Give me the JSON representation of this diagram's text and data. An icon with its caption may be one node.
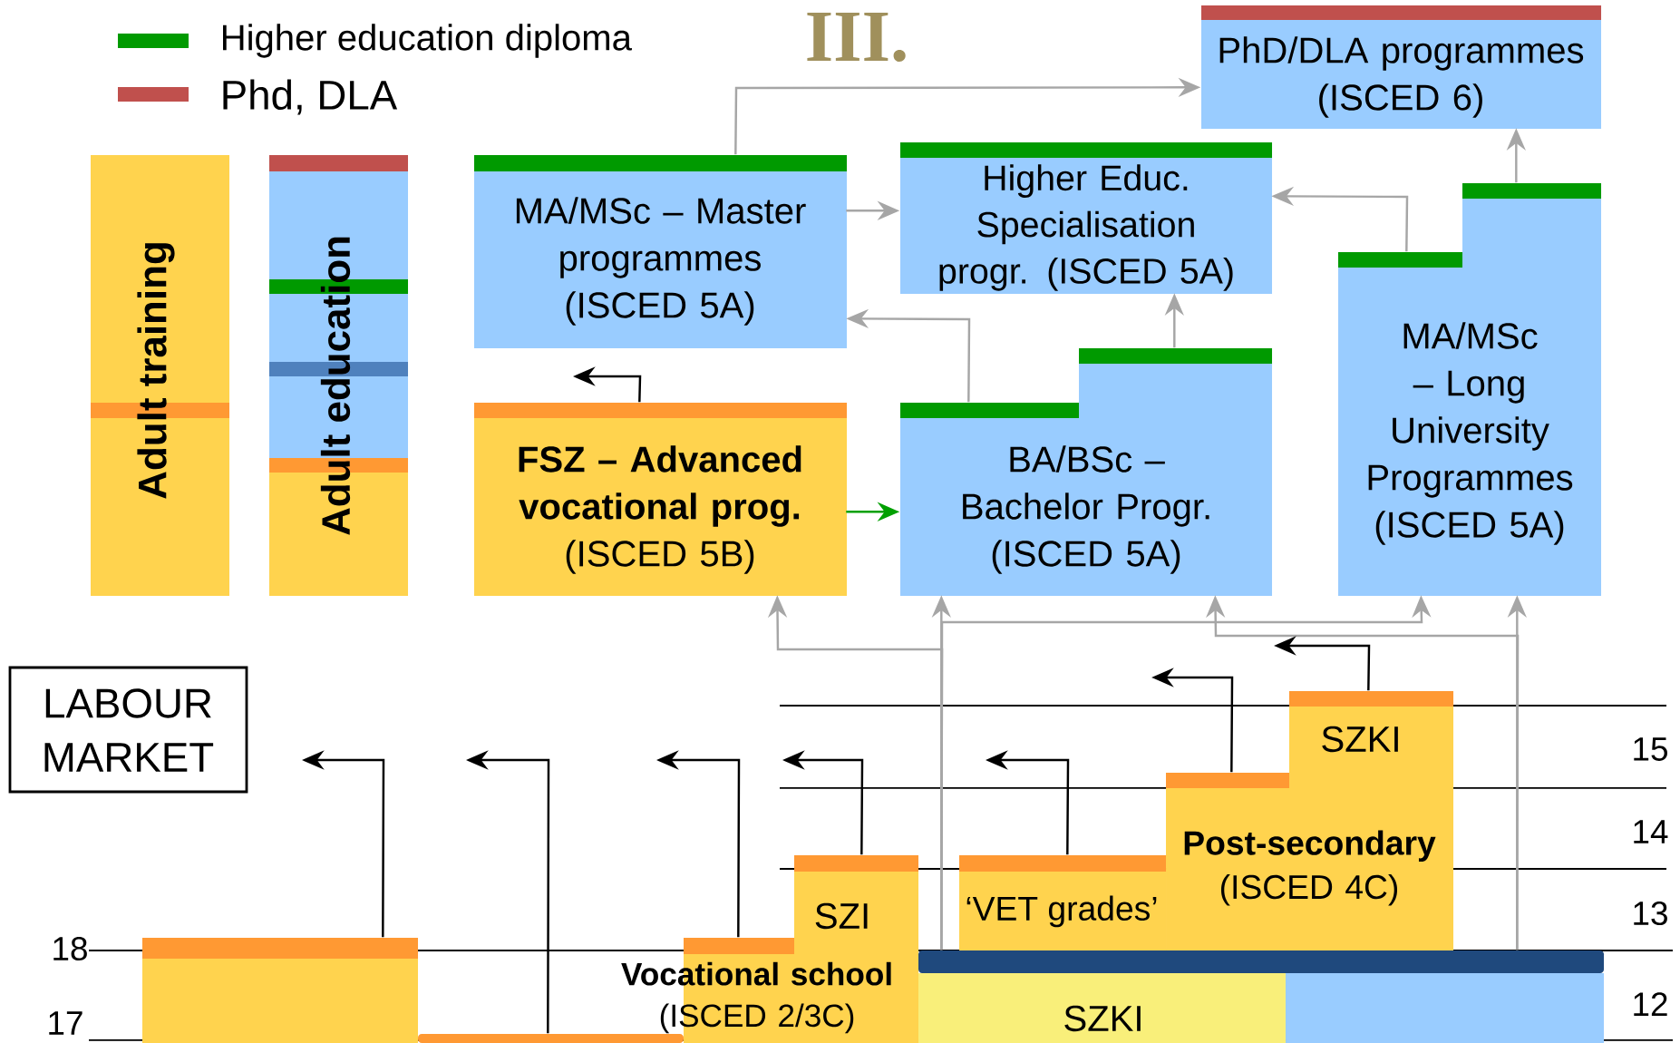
{
  "diagram": {
    "nodes": [
      {
        "text": [
          "PhD/DLA programmes (ISCED 6)"
        ]
      },
      {
        "text": [
          "Adult training"
        ]
      },
      {
        "text": [
          "Adult education"
        ]
      },
      {
        "text": [
          "MA/MSc – Master programmes (ISCED 5A)"
        ]
      },
      {
        "text": [
          "Higher Educ. Specialisation progr. (ISCED 5A)"
        ]
      },
      {
        "text": [
          "MA/MSc – Long University Programmes (ISCED 5A)"
        ]
      },
      {
        "text": [
          "**FSZ – Advanced vocational prog.** (ISCED 5B)"
        ]
      },
      {
        "text": [
          "BA/BSc – Bachelor Progr. (ISCED 5A)"
        ]
      },
      {
        "text": [
          "LABOUR MARKET"
        ]
      },
      {
        "text": [
          "SZKI",
          "**Post-secondary** (ISCED 4C)"
        ]
      },
      {
        "text": [
          "SZI",
          "**Vocational school** (ISCED 2/3C)"
        ]
      },
      {
        "text": [
          "‘VET grades’"
        ]
      },
      {
        "text": [],
        "shape": "box"
      },
      {
        "text": [],
        "shape": "bar"
      },
      {
        "text": [],
        "shape": "bar"
      },
      {
        "text": [
          "SZKI"
        ]
      },
      {
        "text": [],
        "shape": "box"
      }
    ],
    "edges": [
      {
        "from": 3,
        "to": 0,
        "arrow": "to",
        "color": "#a6a6a6"
      },
      {
        "from": 3,
        "to": 4,
        "arrow": "to",
        "color": "#a6a6a6"
      },
      {
        "from": 5,
        "to": 4,
        "arrow": "to",
        "color": "#a6a6a6"
      },
      {
        "from": 5,
        "to": 0,
        "arrow": "to",
        "color": "#a6a6a6"
      },
      {
        "from": 7,
        "to": 4,
        "arrow": "to",
        "color": "#a6a6a6"
      },
      {
        "from": 7,
        "to": 3,
        "arrow": "to",
        "color": "#a6a6a6"
      },
      {
        "from": 6,
        "to": 7,
        "arrow": "to",
        "color": "#00a000"
      },
      {
        "from": 14,
        "to": 6,
        "arrow": "to",
        "color": "#a6a6a6"
      },
      {
        "from": 14,
        "to": 7,
        "arrow": "to",
        "color": "#a6a6a6"
      },
      {
        "from": 14,
        "to": 5,
        "arrow": "to",
        "color": "#a6a6a6"
      },
      {
        "from": 14,
        "to": 7,
        "arrow": "to",
        "color": "#a6a6a6"
      },
      {
        "from": 14,
        "to": 5,
        "arrow": "to",
        "color": "#a6a6a6"
      },
      {
        "from": 6,
        "to": null,
        "arrow": "to",
        "color": "#000000"
      },
      {
        "from": 12,
        "to": null,
        "arrow": "to",
        "color": "#000000"
      },
      {
        "from": 13,
        "to": null,
        "arrow": "to",
        "color": "#000000"
      },
      {
        "from": 10,
        "to": null,
        "arrow": "to",
        "color": "#000000"
      },
      {
        "from": 10,
        "to": null,
        "arrow": "to",
        "color": "#000000"
      },
      {
        "from": 11,
        "to": null,
        "arrow": "to",
        "color": "#000000"
      },
      {
        "from": 9,
        "to": null,
        "arrow": "to",
        "color": "#000000"
      },
      {
        "from": 9,
        "to": null,
        "arrow": "to",
        "color": "#000000"
      }
    ],
    "labels": [
      "III.",
      "15",
      "14",
      "13",
      "18",
      "12",
      "17"
    ],
    "legend": [
      {
        "text": "Higher education diploma",
        "color": "#009a00"
      },
      {
        "text": "Phd, DLA",
        "color": "#c0504d"
      }
    ]
  }
}
